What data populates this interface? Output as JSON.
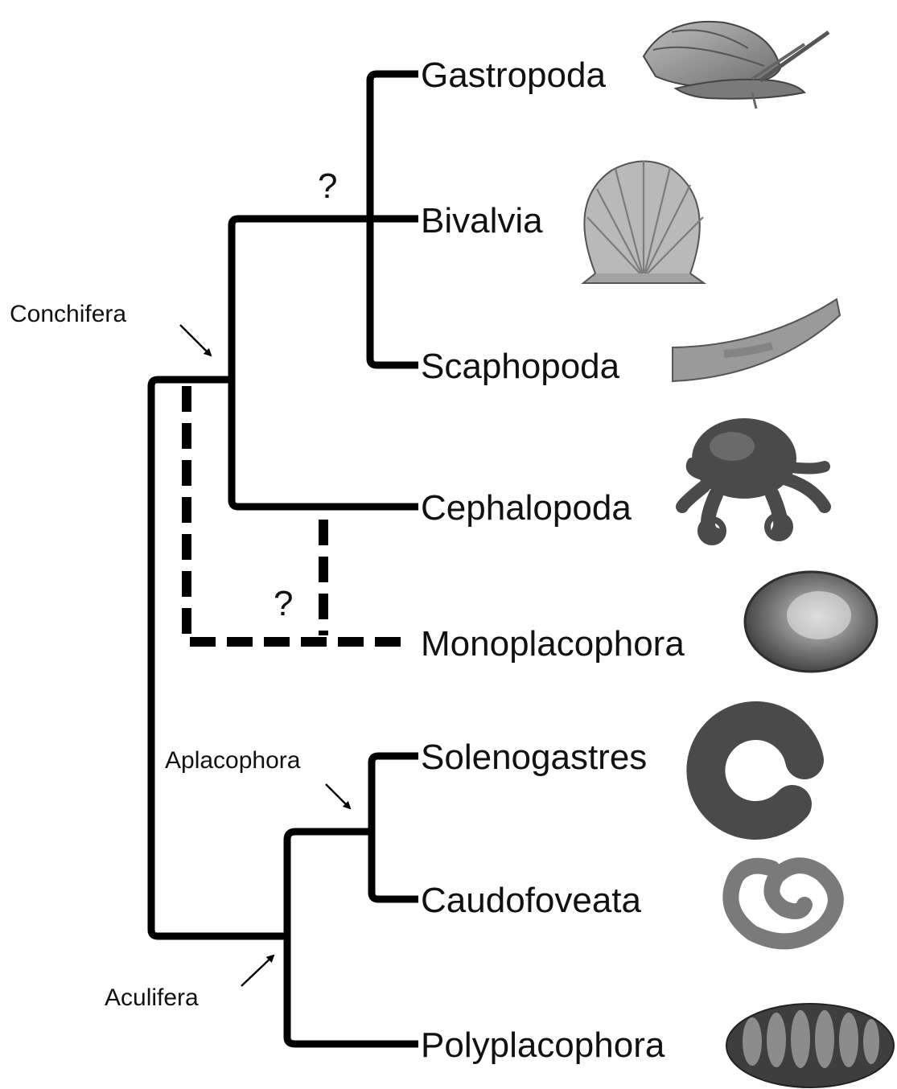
{
  "taxa": {
    "gastropoda": "Gastropoda",
    "bivalvia": "Bivalvia",
    "scaphopoda": "Scaphopoda",
    "cephalopoda": "Cephalopoda",
    "monoplacophora": "Monoplacophora",
    "solenogastres": "Solenogastres",
    "caudofoveata": "Caudofoveata",
    "polyplacophora": "Polyplacophora"
  },
  "clades": {
    "conchifera": "Conchifera",
    "aplacophora": "Aplacophora",
    "aculifera": "Aculifera"
  },
  "uncertainty_marks": [
    "?",
    "?"
  ],
  "icons": {
    "gastropoda": "snail-icon",
    "bivalvia": "scallop-shell-icon",
    "scaphopoda": "tusk-shell-icon",
    "cephalopoda": "octopus-icon",
    "monoplacophora": "monoplacophoran-shell-icon",
    "solenogastres": "curled-worm-icon",
    "caudofoveata": "spiral-worm-icon",
    "polyplacophora": "chiton-icon"
  }
}
